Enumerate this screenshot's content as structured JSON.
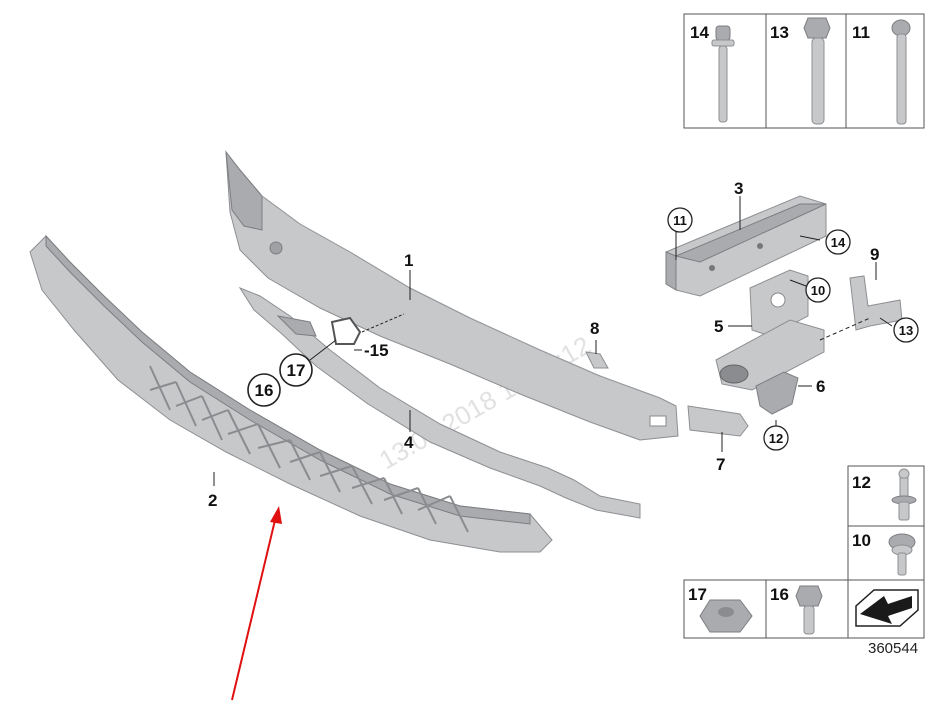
{
  "diagram": {
    "reference_number": "360544",
    "watermark": "13.01.2018 13:22:12",
    "accent_color": "#e01010",
    "part_color": "#c7c8ca",
    "callouts": {
      "p1": "1",
      "p2": "2",
      "p3": "3",
      "p4": "4",
      "p5": "5",
      "p6": "6",
      "p7": "7",
      "p8": "8",
      "p9": "9",
      "p15": "-15"
    },
    "circled_callouts": {
      "c11": "11",
      "c14": "14",
      "c10": "10",
      "c13": "13",
      "c12": "12",
      "c16": "16",
      "c17": "17"
    },
    "legend_fasteners": {
      "b14": "14",
      "b13": "13",
      "b11": "11",
      "b12": "12",
      "b10": "10",
      "b17": "17",
      "b16": "16"
    }
  }
}
